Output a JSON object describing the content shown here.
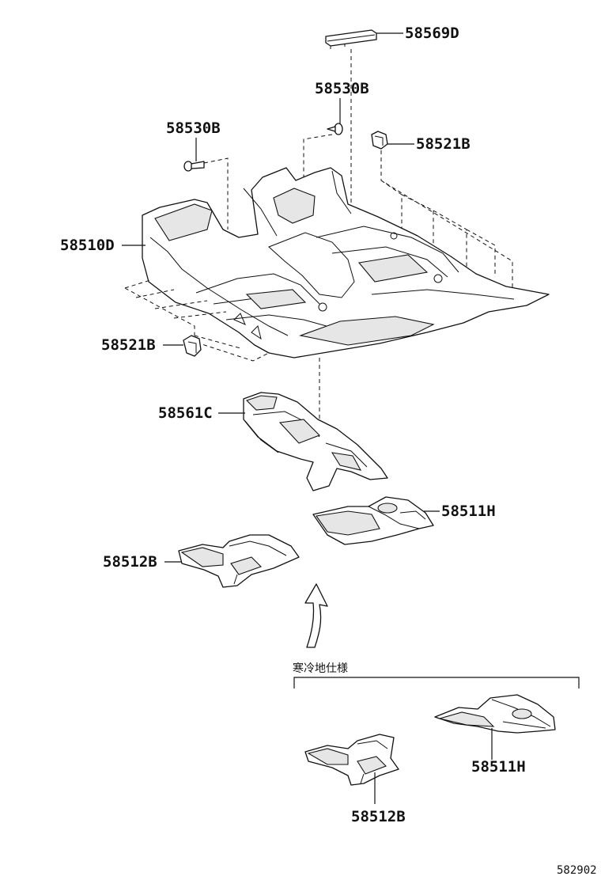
{
  "parts": {
    "p58569D": "58569D",
    "p58530B_center": "58530B",
    "p58530B_left": "58530B",
    "p58521B_right": "58521B",
    "p58510D": "58510D",
    "p58521B_left": "58521B",
    "p58561C": "58561C",
    "p58511H_upper": "58511H",
    "p58512B_upper": "58512B",
    "p58511H_lower": "58511H",
    "p58512B_lower": "58512B"
  },
  "note": "寒冷地仕様",
  "figure_ref": "582902"
}
